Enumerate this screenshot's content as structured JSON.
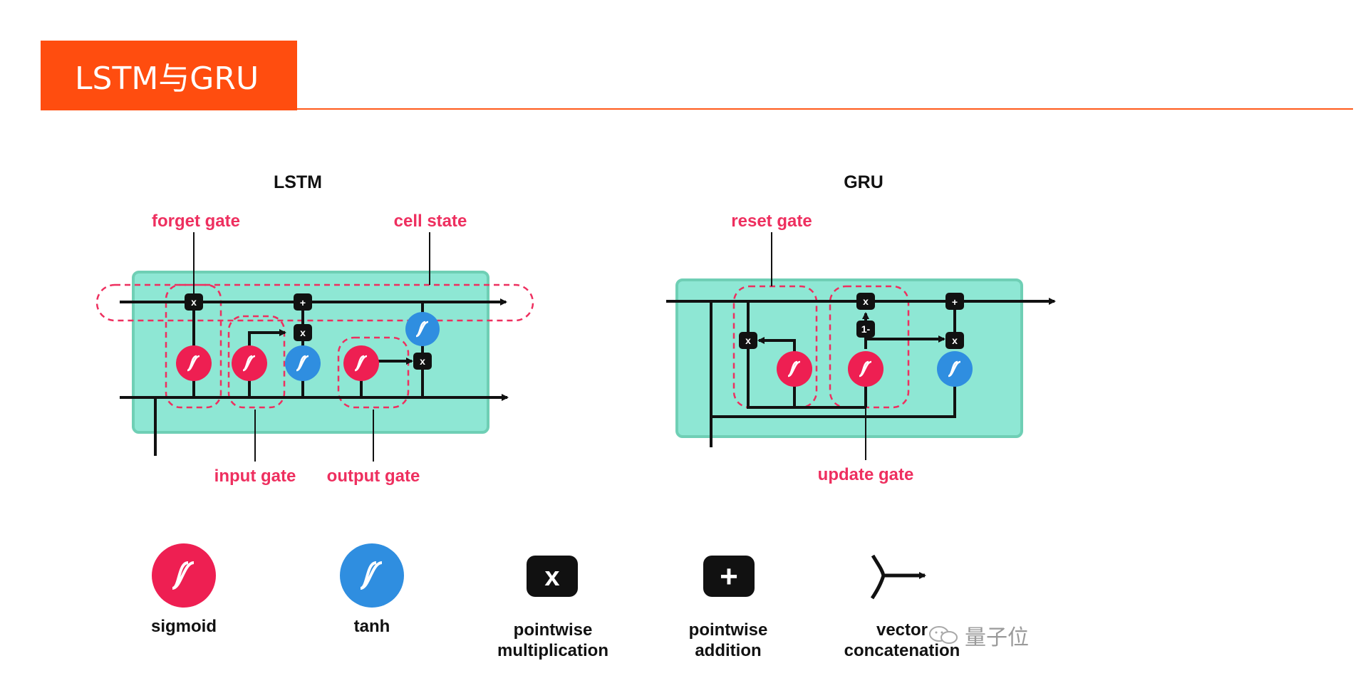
{
  "header": {
    "title": "LSTM与GRU"
  },
  "diagram": {
    "lstm_title": "LSTM",
    "gru_title": "GRU",
    "lstm_gates": {
      "forget": "forget gate",
      "cell_state": "cell state",
      "input": "input gate",
      "output": "output gate"
    },
    "gru_gates": {
      "reset": "reset gate",
      "update": "update gate"
    },
    "ops": {
      "multiply": "x",
      "add": "+",
      "one_minus": "1-"
    }
  },
  "legend": {
    "sigmoid": "sigmoid",
    "tanh": "tanh",
    "mult_line1": "pointwise",
    "mult_line2": "multiplication",
    "add_line1": "pointwise",
    "add_line2": "addition",
    "concat_line1": "vector",
    "concat_line2": "concatenation"
  },
  "watermark": {
    "text": "量子位"
  },
  "colors": {
    "accent": "#ff4d0f",
    "cell_fill": "#8ee7d4",
    "cell_border": "#6fcfb5",
    "sigmoid": "#ee1f52",
    "tanh": "#2f8ee0",
    "gate_label": "#ee2f5f"
  },
  "icons": [
    "sigmoid-icon",
    "tanh-icon",
    "multiply-icon",
    "add-icon",
    "concat-icon",
    "wechat-icon"
  ]
}
